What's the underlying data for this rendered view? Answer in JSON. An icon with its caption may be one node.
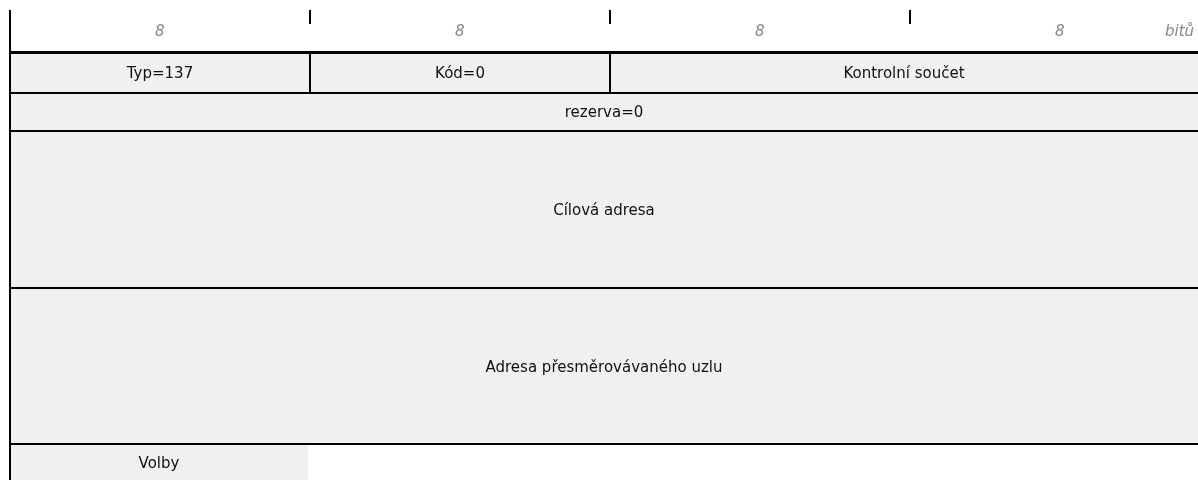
{
  "diagram": {
    "nodes": [
      {
        "text": [
          "Typ=137"
        ]
      },
      {
        "text": [
          "Kód=0"
        ]
      },
      {
        "text": [
          "Kontrolní součet"
        ]
      },
      {
        "text": [
          "rezerva=0"
        ]
      },
      {
        "text": [
          "Cílová adresa"
        ]
      },
      {
        "text": [
          "Adresa přesměrovávaného uzlu"
        ]
      },
      {
        "text": [
          "Volby"
        ]
      }
    ],
    "labels": [
      "8",
      "8",
      "8",
      "8",
      "bitů"
    ]
  }
}
